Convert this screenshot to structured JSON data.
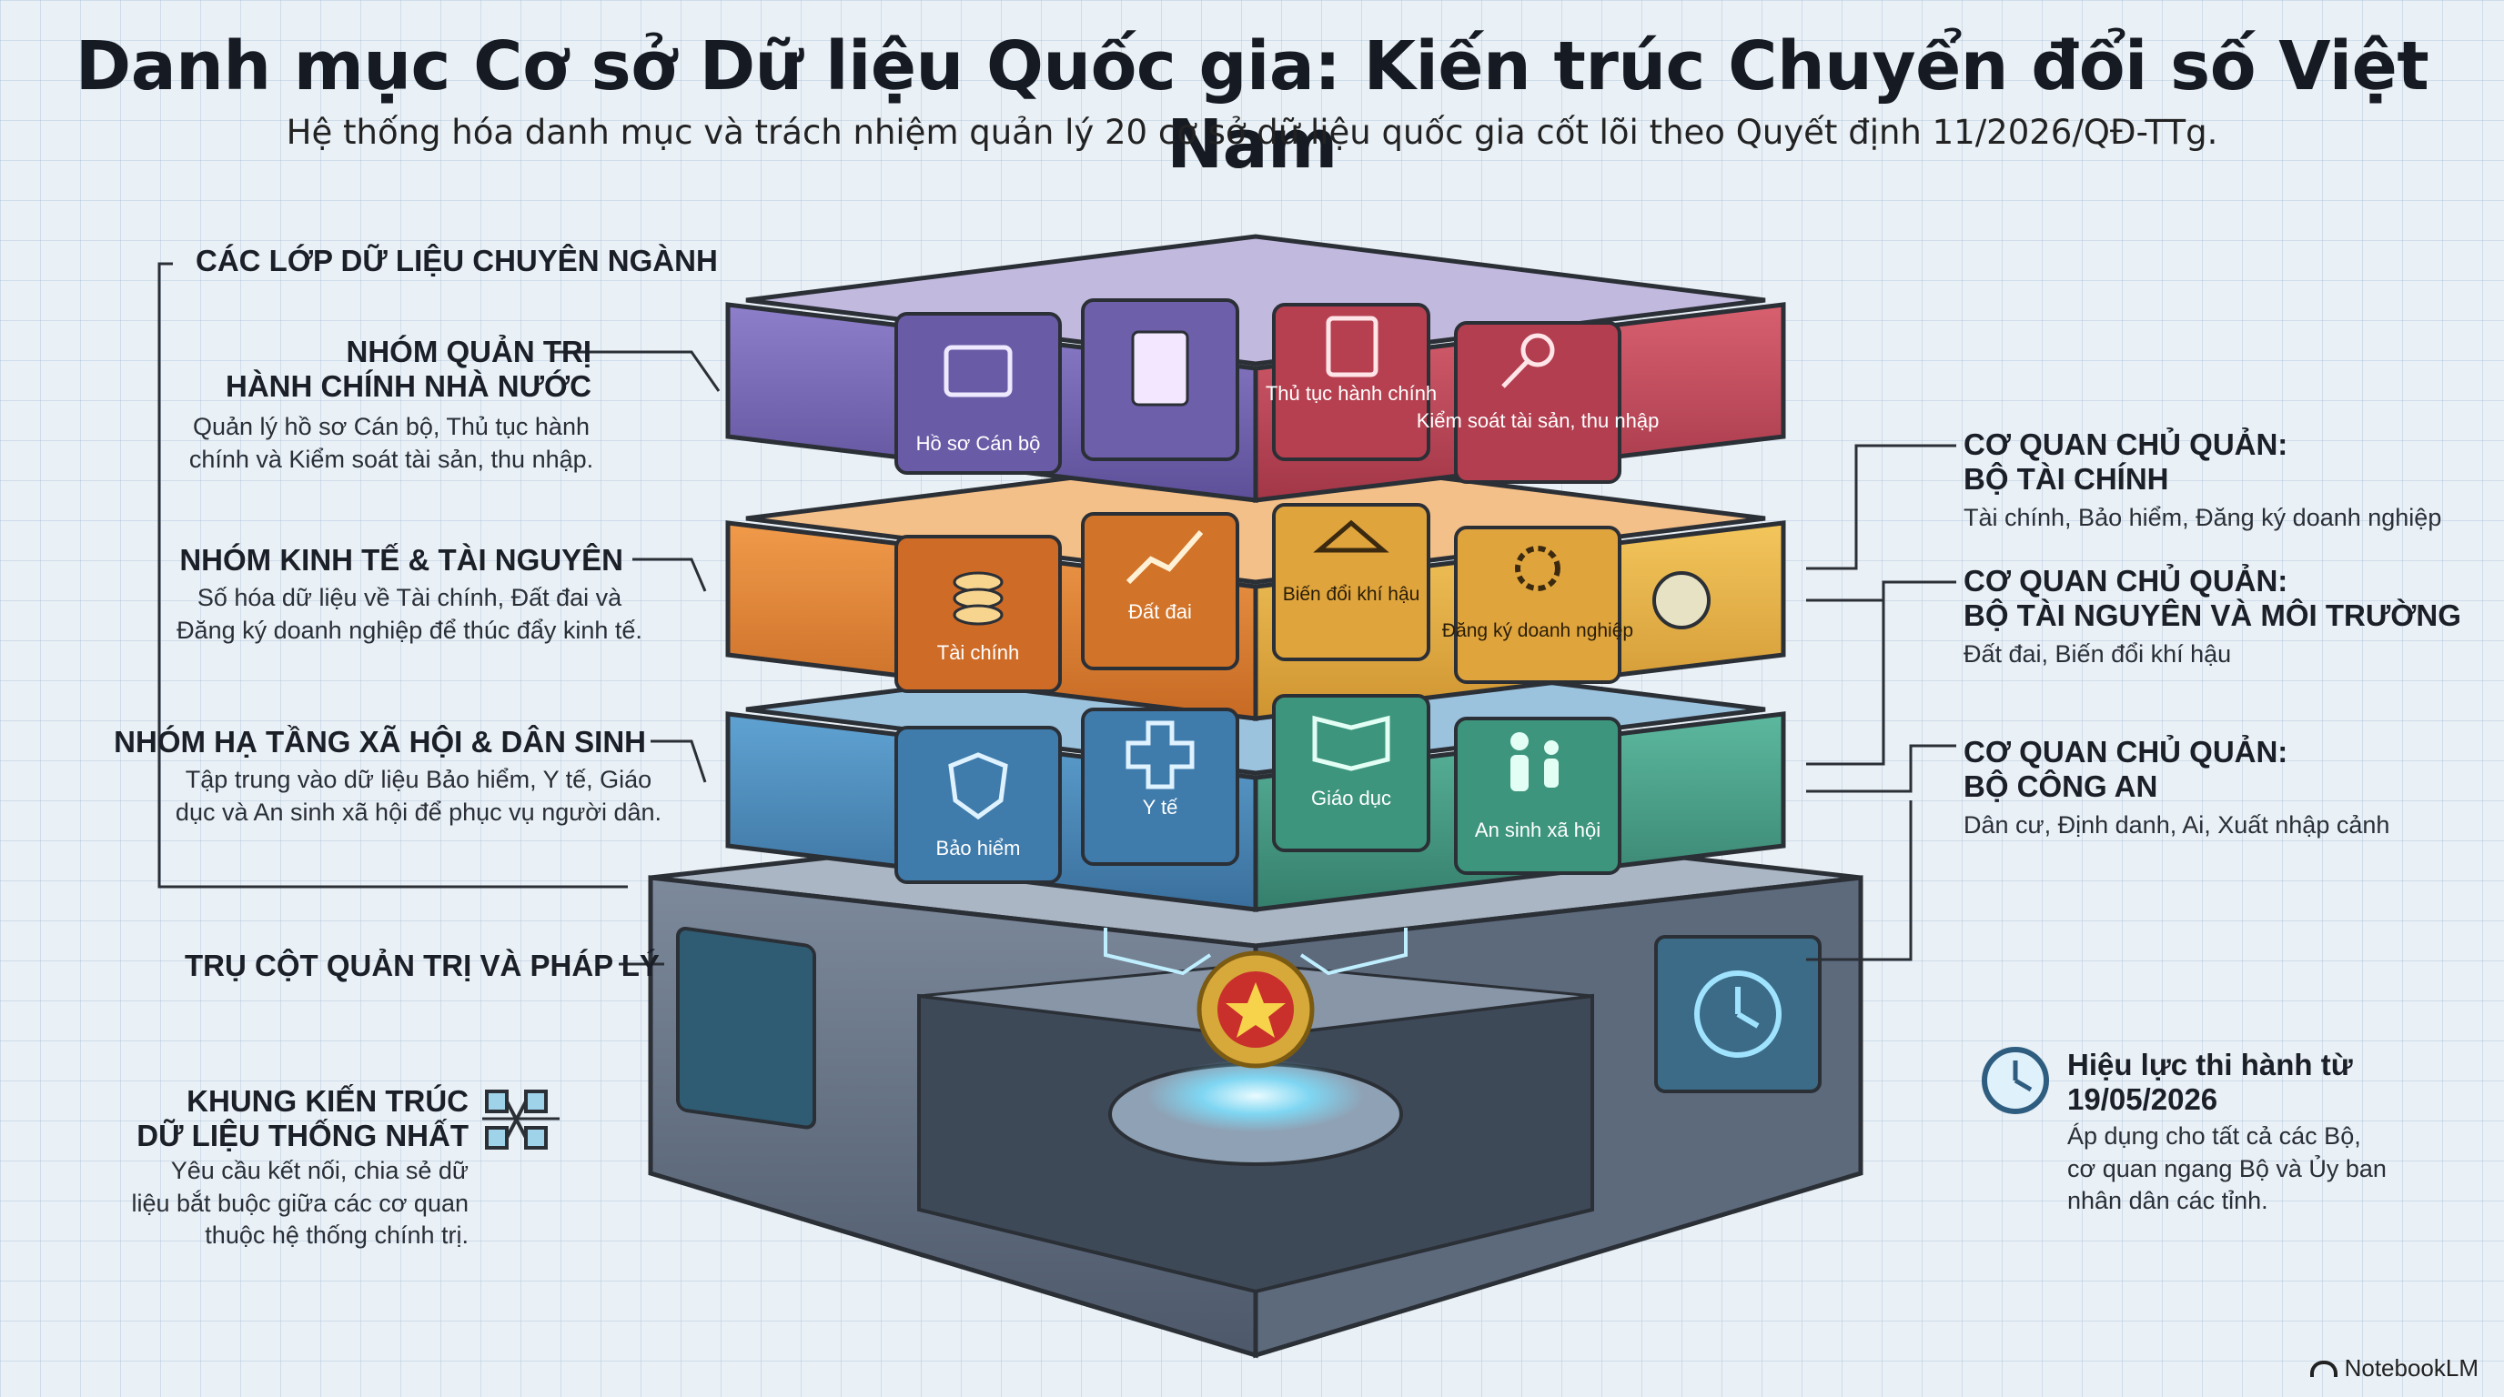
{
  "title": "Danh mục Cơ sở Dữ liệu Quốc gia: Kiến trúc Chuyển đổi số Việt Nam",
  "subtitle": "Hệ thống hóa danh mục và trách nhiệm quản lý 20 cơ sở dữ liệu quốc gia cốt lõi theo Quyết định 11/2026/QĐ-TTg.",
  "left": {
    "section_label": "CÁC LỚP DỮ LIỆU CHUYÊN NGÀNH",
    "groups": [
      {
        "heading_1": "NHÓM QUẢN TRỊ",
        "heading_2": "HÀNH CHÍNH NHÀ NƯỚC",
        "desc_1": "Quản lý hồ sơ Cán bộ, Thủ tục hành",
        "desc_2": "chính và Kiểm soát tài sản, thu nhập."
      },
      {
        "heading_1": "NHÓM KINH TẾ & TÀI NGUYÊN",
        "desc_1": "Số hóa dữ liệu về Tài chính, Đất đai và",
        "desc_2": "Đăng ký doanh nghiệp để thúc đẩy kinh tế."
      },
      {
        "heading_1": "NHÓM HẠ TẦNG XÃ HỘI & DÂN SINH",
        "desc_1": "Tập trung vào dữ liệu Bảo hiểm, Y tế, Giáo",
        "desc_2": "dục và An sinh xã hội để phục vụ người dân."
      }
    ],
    "pillar_label": "TRỤ CỘT QUẢN TRỊ VÀ PHÁP LÝ",
    "framework": {
      "heading_1": "KHUNG KIẾN TRÚC",
      "heading_2": "DỮ LIỆU THỐNG NHẤT",
      "desc_1": "Yêu cầu kết nối, chia sẻ dữ",
      "desc_2": "liệu bắt buộc giữa các cơ quan",
      "desc_3": "thuộc hệ thống chính trị."
    }
  },
  "right": {
    "owners": [
      {
        "heading_1": "CƠ QUAN CHỦ QUẢN:",
        "heading_2": "BỘ TÀI CHÍNH",
        "desc": "Tài chính, Bảo hiểm, Đăng ký doanh nghiệp"
      },
      {
        "heading_1": "CƠ QUAN CHỦ QUẢN:",
        "heading_2": "BỘ TÀI NGUYÊN VÀ MÔI TRƯỜNG",
        "desc": "Đất đai, Biến đổi khí hậu"
      },
      {
        "heading_1": "CƠ QUAN CHỦ QUẢN:",
        "heading_2": "BỘ CÔNG AN",
        "desc": "Dân cư, Định danh, Ai, Xuất nhập cảnh"
      }
    ],
    "effective": {
      "heading_1": "Hiệu lực thi hành từ",
      "heading_2": "19/05/2026",
      "desc_1": "Áp dụng cho tất cả các Bộ,",
      "desc_2": "cơ quan ngang Bộ và Ủy ban",
      "desc_3": "nhân dân các tỉnh."
    }
  },
  "tiles": {
    "top": [
      "Hồ sơ Cán bộ",
      "",
      "Thủ tục hành chính",
      "Kiểm soát tài sản, thu nhập"
    ],
    "middle": [
      "Tài chính",
      "Đất đai",
      "Biến đổi khí hậu",
      "Đăng ký doanh nghiệp"
    ],
    "bottom": [
      "Bảo hiểm",
      "Y tế",
      "Giáo dục",
      "An sinh xã hội"
    ]
  },
  "colors": {
    "purple": "#7b6bb8",
    "red": "#c94b5e",
    "orange": "#e58a3c",
    "gold": "#e9b446",
    "blue": "#4f8fc0",
    "teal": "#4aa58e",
    "base": "#6c7a8c",
    "line": "#2b2f36"
  },
  "icons": [
    "id-card-icon",
    "document-icon",
    "clipboard-icon",
    "key-icon",
    "coins-icon",
    "growth-chart-icon",
    "house-climate-icon",
    "gears-icon",
    "shield-check-icon",
    "medical-cross-icon",
    "book-icon",
    "family-icon",
    "network-icon",
    "clock-icon",
    "emblem-icon"
  ],
  "footer": {
    "brand": "NotebookLM"
  }
}
